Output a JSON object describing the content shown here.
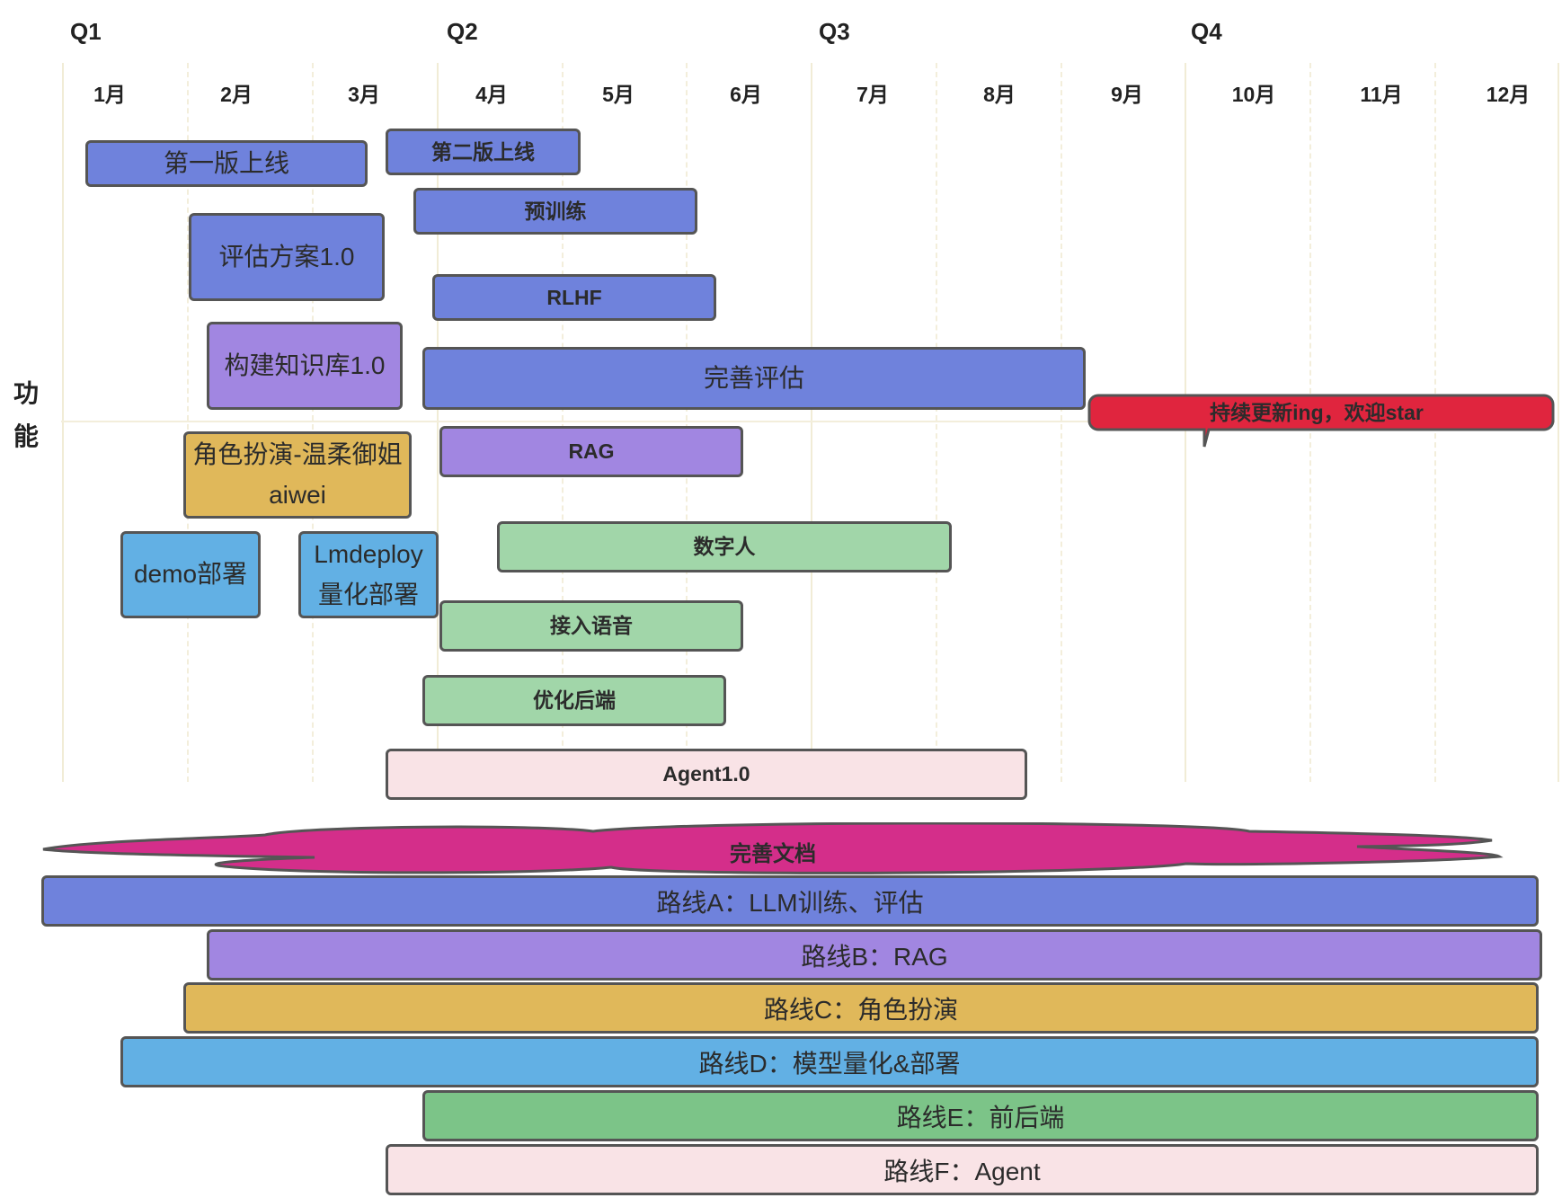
{
  "quarters": [
    "Q1",
    "Q2",
    "Q3",
    "Q4"
  ],
  "months": [
    "1月",
    "2月",
    "3月",
    "4月",
    "5月",
    "6月",
    "7月",
    "8月",
    "9月",
    "10月",
    "11月",
    "12月"
  ],
  "side_label": "功\n能",
  "tasks": {
    "first_release": "第一版上线",
    "second_release": "第二版上线",
    "eval_plan": "评估方案1.0",
    "pretrain": "预训练",
    "rlhf": "RLHF",
    "knowledge_base": "构建知识库1.0",
    "improve_eval": "完善评估",
    "roleplay": "角色扮演-温柔御姐\naiwei",
    "rag": "RAG",
    "digital_human": "数字人",
    "demo_deploy": "demo部署",
    "lmdeploy": "Lmdeploy\n量化部署",
    "voice": "接入语音",
    "backend": "优化后端",
    "agent": "Agent1.0"
  },
  "callout": "持续更新ing，欢迎star",
  "cloud": "完善文档",
  "routes": {
    "a": "路线A：LLM训练、评估",
    "b": "路线B：RAG",
    "c": "路线C：角色扮演",
    "d": "路线D：模型量化&部署",
    "e": "路线E：前后端",
    "f": "路线F：Agent"
  },
  "colors": {
    "training": "#6f82dc",
    "rag": "#a186e1",
    "roleplay": "#e0b85a",
    "deploy": "#62b0e4",
    "frontend_backend": "#a1d6a9",
    "agent": "#f9e3e6",
    "callout": "#e0253e",
    "cloud": "#d42e8a"
  }
}
